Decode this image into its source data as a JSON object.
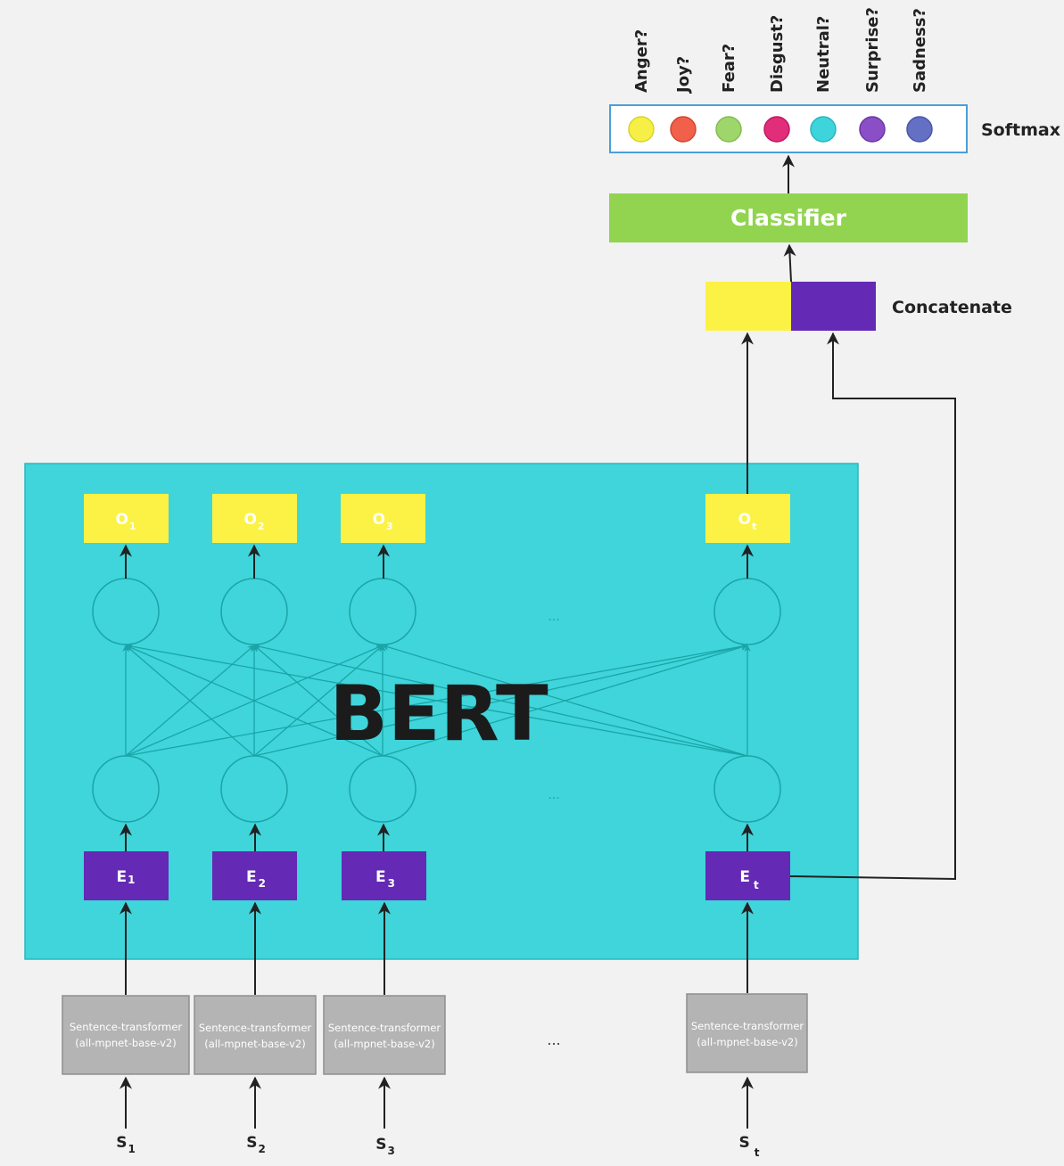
{
  "outputs": {
    "labels": [
      "Anger?",
      "Joy?",
      "Fear?",
      "Disgust?",
      "Neutral?",
      "Surprise?",
      "Sadness?"
    ],
    "dot_colors": [
      "#f6ef45",
      "#f0604a",
      "#9ed66b",
      "#e22d7a",
      "#3dd4dc",
      "#8a4fc6",
      "#6470c4"
    ]
  },
  "softmax_label": "Softmax",
  "classifier_label": "Classifier",
  "concatenate_label": "Concatenate",
  "bert_label": "BERT",
  "ellipsis": "...",
  "columns": [
    {
      "o_main": "O",
      "o_sub": "1",
      "e_main": "E",
      "e_sub": "1",
      "st_line1": "Sentence-transformer",
      "st_line2": "(all-mpnet-base-v2)",
      "s_main": "S",
      "s_sub": "1"
    },
    {
      "o_main": "O",
      "o_sub": "2",
      "e_main": "E",
      "e_sub": "2",
      "st_line1": "Sentence-transformer",
      "st_line2": "(all-mpnet-base-v2)",
      "s_main": "S",
      "s_sub": "2"
    },
    {
      "o_main": "O",
      "o_sub": "3",
      "e_main": "E",
      "e_sub": "3",
      "st_line1": "Sentence-transformer",
      "st_line2": "(all-mpnet-base-v2)",
      "s_main": "S",
      "s_sub": "3"
    },
    {
      "o_main": "O",
      "o_sub": "t",
      "e_main": "E",
      "e_sub": "t",
      "st_line1": "Sentence-transformer",
      "st_line2": "(all-mpnet-base-v2)",
      "s_main": "S",
      "s_sub": "t"
    }
  ],
  "colors": {
    "background": "#f2f2f2",
    "bert_box": "#3fd5da",
    "output_box": "#fcf245",
    "embedding_box": "#6429b5",
    "classifier": "#92d450",
    "sentence_transformer": "#b4b4b4"
  }
}
